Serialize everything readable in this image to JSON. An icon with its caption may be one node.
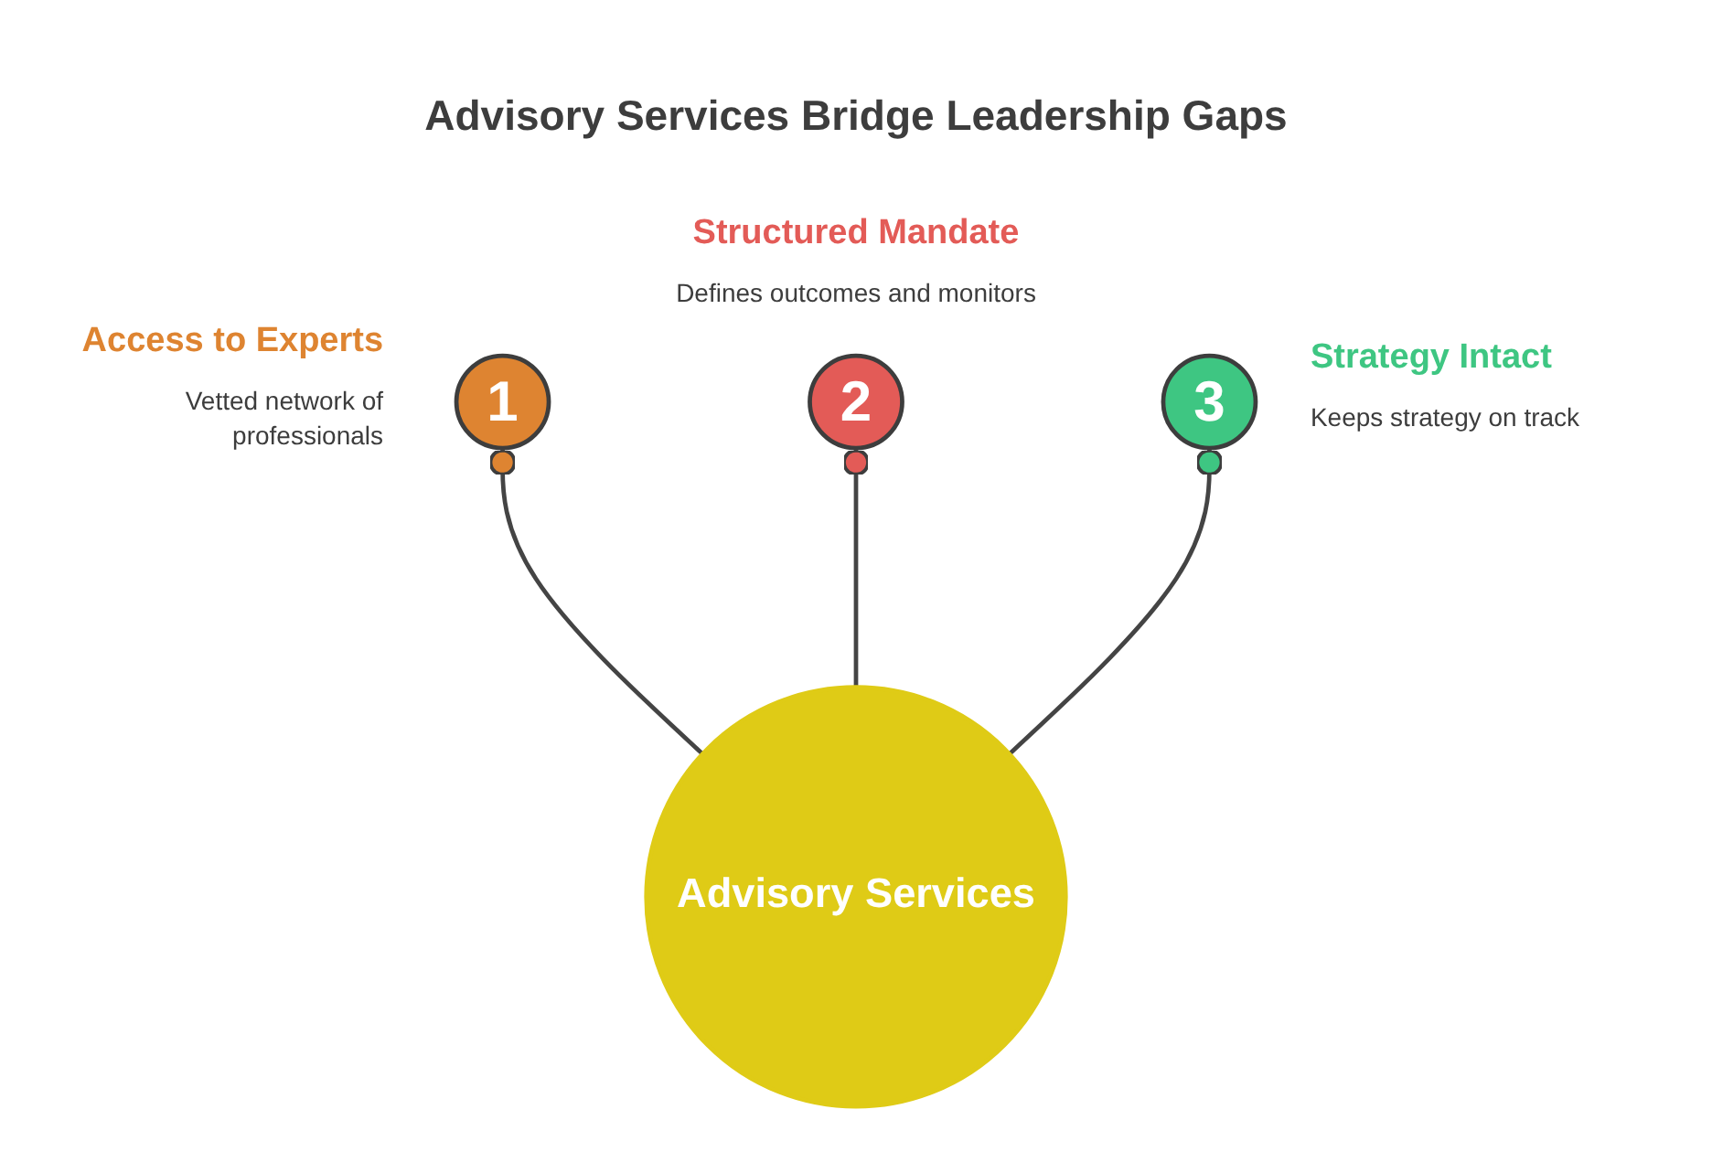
{
  "diagram": {
    "title": "Advisory Services Bridge Leadership Gaps",
    "nodes": [
      {
        "text": [
          "1"
        ],
        "beside": [
          "Access to Experts",
          "Vetted network of professionals"
        ]
      },
      {
        "text": [
          "2"
        ],
        "beside": [
          "Structured Mandate",
          "Defines outcomes and monitors"
        ]
      },
      {
        "text": [
          "3"
        ],
        "beside": [
          "Strategy Intact",
          "Keeps strategy on track"
        ]
      },
      {
        "text": [
          "Advisory Services"
        ]
      }
    ],
    "edges": [
      {
        "from": 3,
        "to": 0,
        "arrow": "other"
      },
      {
        "from": 3,
        "to": 1,
        "arrow": "other"
      },
      {
        "from": 3,
        "to": 2,
        "arrow": "other"
      }
    ]
  }
}
